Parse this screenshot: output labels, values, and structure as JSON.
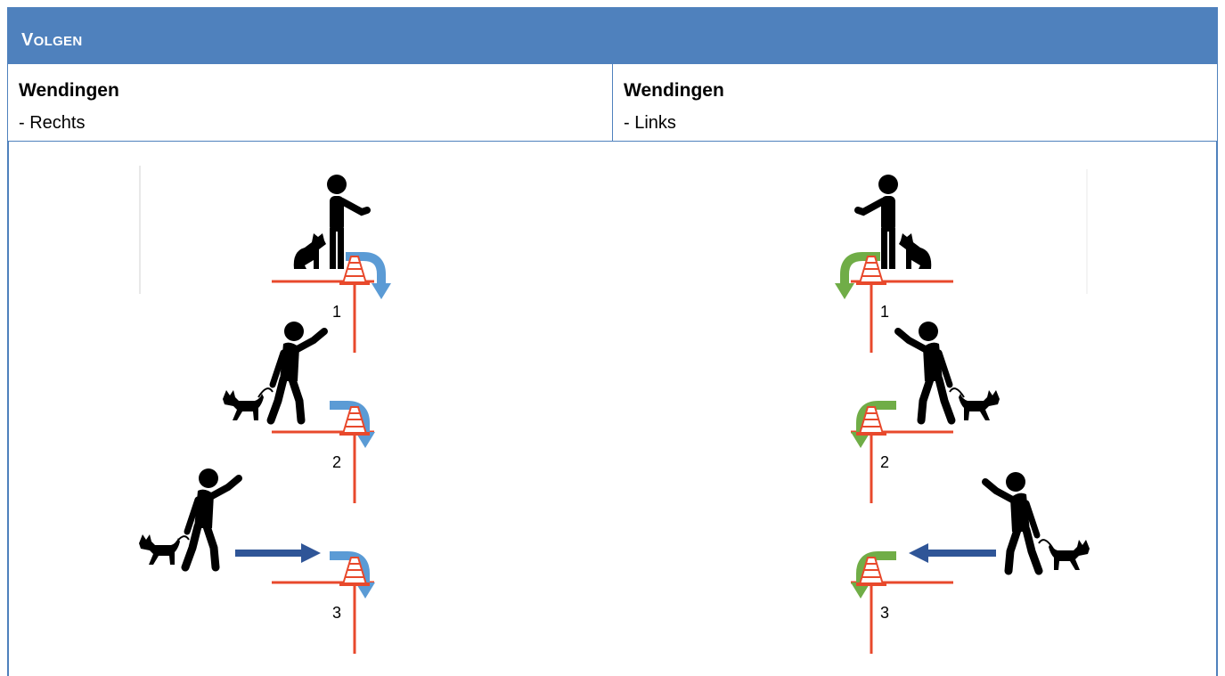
{
  "header": {
    "title_first": "V",
    "title_rest": "OLGEN"
  },
  "columns": [
    {
      "title": "Wendingen",
      "subtitle": "-  Rechts"
    },
    {
      "title": "Wendingen",
      "subtitle": "-  Links"
    }
  ],
  "diagrams": {
    "right_turn": {
      "steps": [
        "1",
        "2",
        "3"
      ]
    },
    "left_turn": {
      "steps": [
        "1",
        "2",
        "3"
      ]
    }
  },
  "colors": {
    "header": "#4f81bd",
    "border": "#4f81bd",
    "right_turn_arrow": "#5b9bd5",
    "left_turn_arrow": "#70ad47",
    "approach_arrow": "#2f5597",
    "line": "#e8492c",
    "figures": "#000000"
  }
}
